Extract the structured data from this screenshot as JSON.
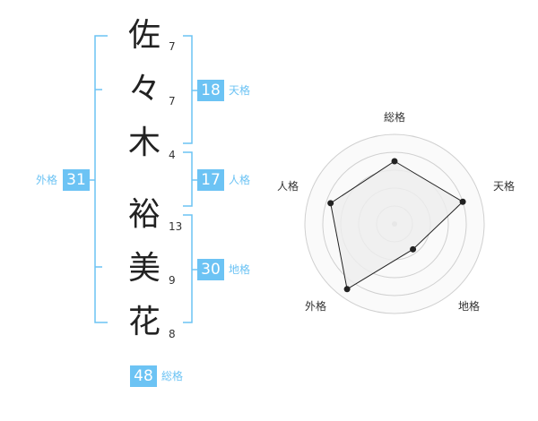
{
  "name": {
    "characters": [
      {
        "char": "佐",
        "strokes": "7"
      },
      {
        "char": "々",
        "strokes": "7"
      },
      {
        "char": "木",
        "strokes": "4"
      },
      {
        "char": "裕",
        "strokes": "13"
      },
      {
        "char": "美",
        "strokes": "9"
      },
      {
        "char": "花",
        "strokes": "8"
      }
    ]
  },
  "fortunes": {
    "tenkaku": {
      "value": "18",
      "label": "天格"
    },
    "jinkaku": {
      "value": "17",
      "label": "人格"
    },
    "chikaku": {
      "value": "30",
      "label": "地格"
    },
    "gaikaku": {
      "value": "31",
      "label": "外格"
    },
    "soukaku": {
      "value": "48",
      "label": "総格"
    }
  },
  "chart_data": {
    "type": "radar",
    "axes": [
      "総格",
      "天格",
      "地格",
      "外格",
      "人格"
    ],
    "values": [
      0.7,
      0.8,
      0.35,
      0.9,
      0.75
    ],
    "range": [
      0,
      1
    ],
    "colors": {
      "bracket": "#6cc3f4",
      "badge": "#6cc3f4",
      "line": "#222222",
      "fill": "#eeeeee",
      "grid": "#d0d0d0"
    }
  }
}
